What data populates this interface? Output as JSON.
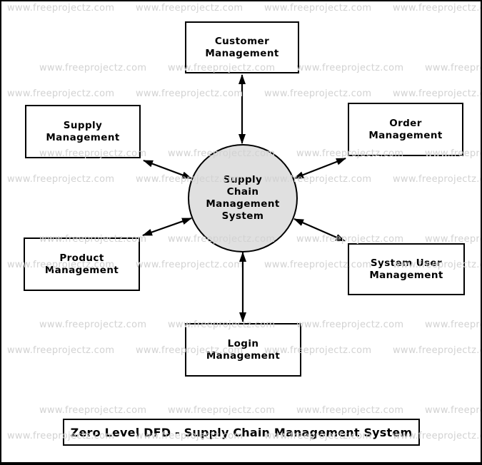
{
  "diagram": {
    "title": "Zero Level DFD - Supply Chain Management System",
    "process": {
      "name": "Supply Chain Management System",
      "lines": [
        "Supply",
        "Chain",
        "Management",
        "System"
      ]
    },
    "entities": [
      {
        "id": "customer-management",
        "lines": [
          "Customer",
          "Management"
        ]
      },
      {
        "id": "supply-management",
        "lines": [
          "Supply",
          "Management"
        ]
      },
      {
        "id": "order-management",
        "lines": [
          "Order",
          "Management"
        ]
      },
      {
        "id": "product-management",
        "lines": [
          "Product",
          "Management"
        ]
      },
      {
        "id": "system-user-management",
        "lines": [
          "System User",
          "Management"
        ]
      },
      {
        "id": "login-management",
        "lines": [
          "Login",
          "Management"
        ]
      }
    ],
    "edges": [
      {
        "from": "customer-management",
        "to": "process",
        "bidirectional": true
      },
      {
        "from": "supply-management",
        "to": "process",
        "bidirectional": true
      },
      {
        "from": "order-management",
        "to": "process",
        "bidirectional": true
      },
      {
        "from": "product-management",
        "to": "process",
        "bidirectional": true
      },
      {
        "from": "system-user-management",
        "to": "process",
        "bidirectional": true
      },
      {
        "from": "login-management",
        "to": "process",
        "bidirectional": true
      }
    ]
  },
  "watermark": {
    "text": "www.freeprojectz.com",
    "color": "#d2d2d2"
  },
  "colors": {
    "background": "#ffffff",
    "stroke": "#000000",
    "process_fill": "#e0e0e0"
  }
}
